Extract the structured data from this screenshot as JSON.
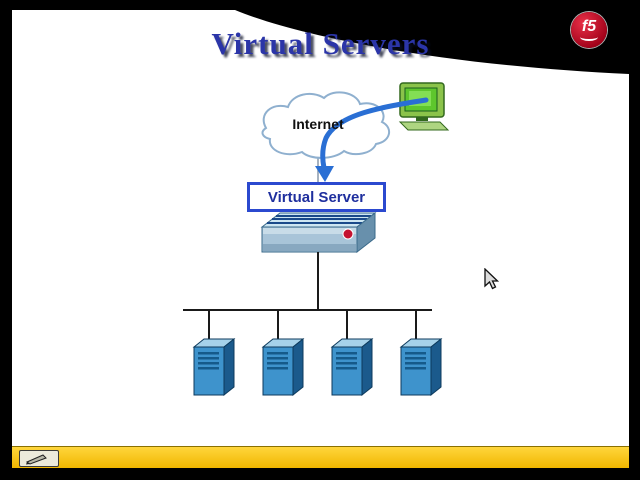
{
  "slide": {
    "title": "Virtual Servers",
    "brand": {
      "logo_text": "f5"
    },
    "diagram": {
      "internet_label": "Internet",
      "virtual_server_label": "Virtual Server",
      "server_count": 4,
      "icons": [
        "cloud-icon",
        "computer-icon",
        "flow-arrow-icon",
        "load-balancer-icon",
        "f5-device-badge",
        "server-tower-icon"
      ]
    },
    "toolbar": {
      "tool": "pen-tool-icon"
    },
    "colors": {
      "title_blue": "#2b35a8",
      "arrow_blue": "#2a6fd4",
      "box_border_blue": "#2b49cf",
      "box_text_navy": "#1f2f9e",
      "server_front": "#3e93cc",
      "server_top": "#a6d2ea",
      "server_side": "#1b5a8c",
      "bar_yellow": "#ffc90a",
      "logo_red": "#c41230",
      "screen_green": "#5ec62d"
    }
  }
}
